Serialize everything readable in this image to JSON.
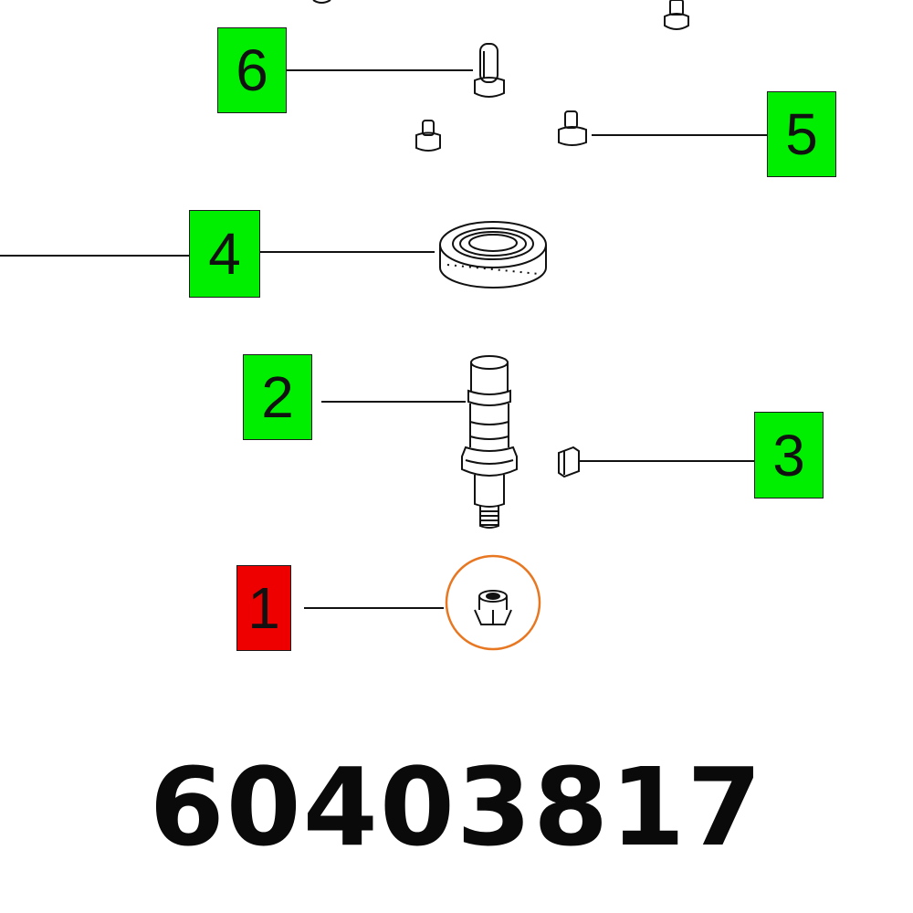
{
  "colors": {
    "callout_default": "#00ee00",
    "callout_selected": "#ee0000",
    "highlight_ring": "#e87722",
    "line": "#111111"
  },
  "callouts": [
    {
      "number": "6",
      "part": "screw",
      "selected": false
    },
    {
      "number": "5",
      "part": "screw",
      "selected": false
    },
    {
      "number": "4",
      "part": "ball-bearing",
      "selected": false
    },
    {
      "number": "2",
      "part": "spindle",
      "selected": false
    },
    {
      "number": "3",
      "part": "key",
      "selected": false
    },
    {
      "number": "1",
      "part": "nut",
      "selected": true
    }
  ],
  "part_number": "60403817"
}
